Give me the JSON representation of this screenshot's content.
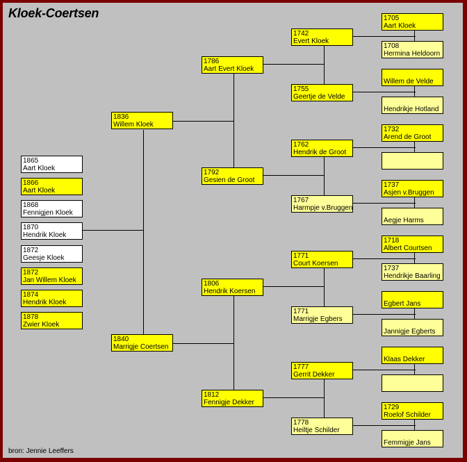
{
  "title": "Kloek-Coertsen",
  "source": "bron: Jennie Leeffers",
  "children": [
    {
      "year": "1865",
      "name": "Aart Kloek"
    },
    {
      "year": "1866",
      "name": "Aart Kloek"
    },
    {
      "year": "1868",
      "name": "Fennigjen Kloek"
    },
    {
      "year": "1870",
      "name": "Hendrik Kloek"
    },
    {
      "year": "1872",
      "name": "Geesje Kloek"
    },
    {
      "year": "1872",
      "name": "Jan Willem Kloek"
    },
    {
      "year": "1874",
      "name": "Hendrik Kloek"
    },
    {
      "year": "1878",
      "name": "Zwier Kloek"
    }
  ],
  "parents": [
    {
      "year": "1836",
      "name": "Willem Kloek"
    },
    {
      "year": "1840",
      "name": "Marrigje Coertsen"
    }
  ],
  "grandparents": [
    {
      "year": "1786",
      "name": "Aart Evert Kloek"
    },
    {
      "year": "1792",
      "name": "Gesien de Groot"
    },
    {
      "year": "1806",
      "name": "Hendrik Koersen"
    },
    {
      "year": "1812",
      "name": "Fennigje Dekker"
    }
  ],
  "great_grandparents": [
    {
      "year": "1742",
      "name": "Evert Kloek"
    },
    {
      "year": "1755",
      "name": "Geertje de Velde"
    },
    {
      "year": "1762",
      "name": "Hendrik de Groot"
    },
    {
      "year": "1767",
      "name": "Harmpje v.Bruggen"
    },
    {
      "year": "1771",
      "name": "Court Koersen"
    },
    {
      "year": "1771",
      "name": "Marrigje Egbers"
    },
    {
      "year": "1777",
      "name": "Gerrit Dekker"
    },
    {
      "year": "1778",
      "name": "Heiltje Schilder"
    }
  ],
  "great_great_grandparents": [
    {
      "year": "1705",
      "name": "Aart Kloek"
    },
    {
      "year": "1708",
      "name": "Hermina Heldoorn"
    },
    {
      "year": "",
      "name": "Willem de Velde"
    },
    {
      "year": "",
      "name": "Hendrikje Hotland"
    },
    {
      "year": "1732",
      "name": "Arend de Groot"
    },
    {
      "year": "",
      "name": ""
    },
    {
      "year": "1737",
      "name": "Asjen v.Bruggen"
    },
    {
      "year": "",
      "name": "Aegje Harms"
    },
    {
      "year": "1718",
      "name": "Albert Courtsen"
    },
    {
      "year": "1737",
      "name": "Hendrikje Baarling"
    },
    {
      "year": "",
      "name": "Egbert Jans"
    },
    {
      "year": "",
      "name": "Jannigje Egberts"
    },
    {
      "year": "",
      "name": "Klaas Dekker"
    },
    {
      "year": "",
      "name": ""
    },
    {
      "year": "1729",
      "name": "Roelof Schilder"
    },
    {
      "year": "",
      "name": "Femmigje Jans"
    }
  ]
}
